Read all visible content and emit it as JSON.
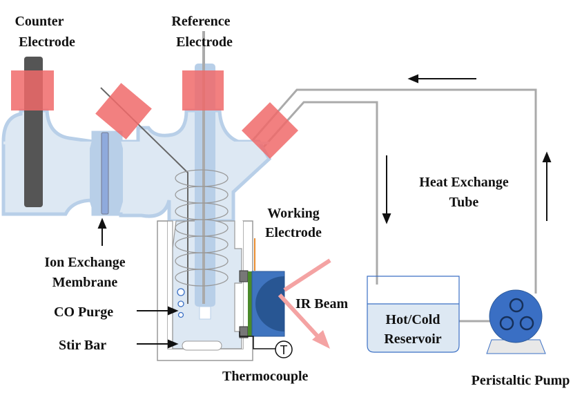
{
  "labels": {
    "counter_electrode": [
      "Counter",
      "Electrode"
    ],
    "reference_electrode": [
      "Reference",
      "Electrode"
    ],
    "working_electrode": [
      "Working",
      "Electrode"
    ],
    "ion_exchange_membrane": [
      "Ion Exchange",
      "Membrane"
    ],
    "co_purge": "CO Purge",
    "stir_bar": "Stir Bar",
    "thermocouple": "Thermocouple",
    "thermocouple_symbol": "T",
    "ir_beam": "IR Beam",
    "heat_exchange_tube": [
      "Heat Exchange",
      "Tube"
    ],
    "reservoir": [
      "Hot/Cold",
      "Reservoir"
    ],
    "peristaltic_pump": "Peristaltic Pump"
  },
  "colors": {
    "glass": "#b8cfe8",
    "liquid": "#dde8f3",
    "cap": "#f06a6a",
    "counter_electrode": "#555555",
    "membrane": "#8faadc",
    "tube": "#aaaaaa",
    "pump": "#3a6fc4",
    "prism": "#3f74bf",
    "working_electrode_lead": "#e88a2e",
    "ir_beam": "#f4a3a3"
  }
}
